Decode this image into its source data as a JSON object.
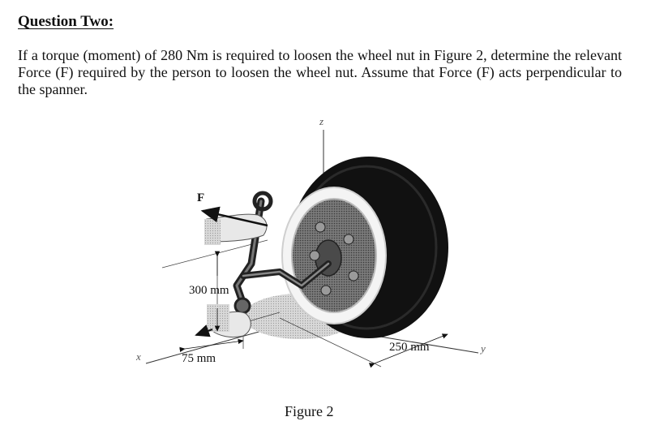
{
  "heading": "Question Two:",
  "question_text": "If a torque (moment) of 280 Nm is required to loosen the wheel nut in Figure 2, determine the relevant Force (F) required by the person to loosen the wheel nut. Assume that Force (F) acts perpendicular to the spanner.",
  "figure": {
    "force_label": "F",
    "axis_z": "z",
    "axis_x": "x",
    "axis_y": "y",
    "dim_vertical": "300 mm",
    "dim_horizontal_short": "75 mm",
    "dim_horizontal_long": "250 mm",
    "caption": "Figure 2"
  }
}
